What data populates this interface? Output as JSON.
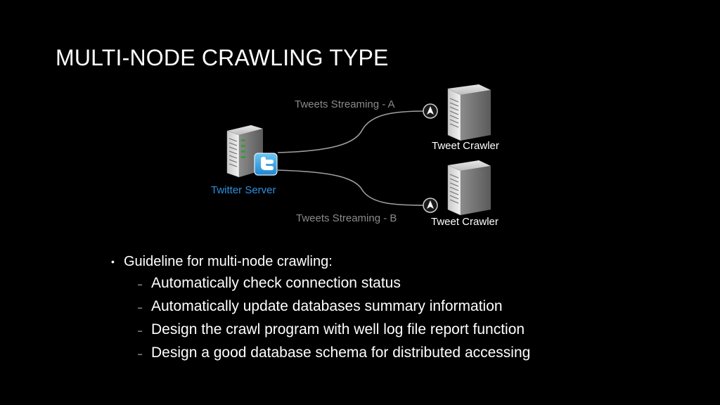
{
  "slide": {
    "title": "MULTI-NODE CRAWLING TYPE"
  },
  "diagram": {
    "server": {
      "label": "Twitter Server",
      "icon": "twitter-bird-icon"
    },
    "crawlers": [
      {
        "label": "Tweet Crawler"
      },
      {
        "label": "Tweet Crawler"
      }
    ],
    "streams": [
      {
        "label": "Tweets Streaming - A"
      },
      {
        "label": "Tweets Streaming - B"
      }
    ],
    "colors": {
      "server_label": "#2e8fe0",
      "stream_label": "#8a8a8a",
      "twitter_badge": "#3fa9e8"
    }
  },
  "bullets": {
    "main": "Guideline for multi-node crawling:",
    "items": [
      "Automatically check connection status",
      "Automatically update databases summary information",
      "Design the crawl program with well log file report function",
      "Design a good database schema for distributed accessing"
    ]
  }
}
